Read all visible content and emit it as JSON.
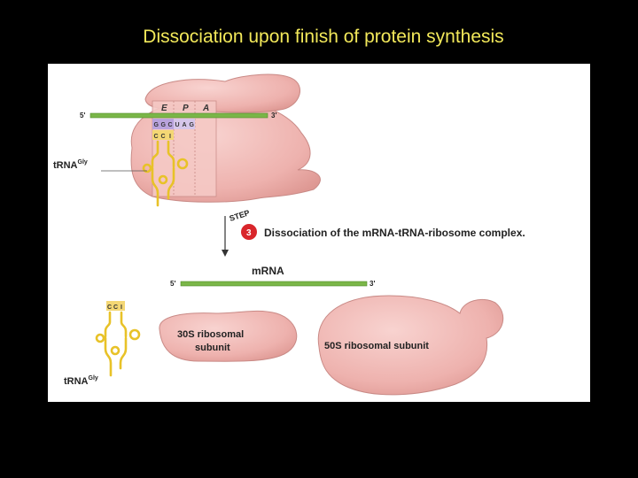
{
  "slide": {
    "title": "Dissociation upon finish of protein synthesis"
  },
  "figure": {
    "top_panel": {
      "mrna_5prime": "5'",
      "mrna_3prime": "3'",
      "sites": [
        "E",
        "P",
        "A"
      ],
      "codon_bases": [
        "G",
        "G",
        "C",
        "U",
        "A",
        "G"
      ],
      "anticodon_bases": [
        "C",
        "C",
        "I"
      ],
      "trna_label": "tRNA",
      "trna_superscript": "Gly"
    },
    "step": {
      "word": "STEP",
      "number": "3",
      "caption": "Dissociation of the mRNA-tRNA-ribosome complex."
    },
    "bottom_panel": {
      "mrna_label": "mRNA",
      "mrna_5prime": "5'",
      "mrna_3prime": "3'",
      "anticodon_bases": [
        "C",
        "C",
        "I"
      ],
      "small_subunit_line1": "30S ribosomal",
      "small_subunit_line2": "subunit",
      "large_subunit": "50S ribosomal subunit",
      "trna_label": "tRNA",
      "trna_superscript": "Gly"
    },
    "colors": {
      "background": "#000000",
      "title": "#f2e85a",
      "ribosome": "#f0b8b4",
      "ribosome_stroke": "#c98a86",
      "mrna": "#7ab648",
      "trna": "#e8c228",
      "step_badge": "#d9262b"
    }
  }
}
